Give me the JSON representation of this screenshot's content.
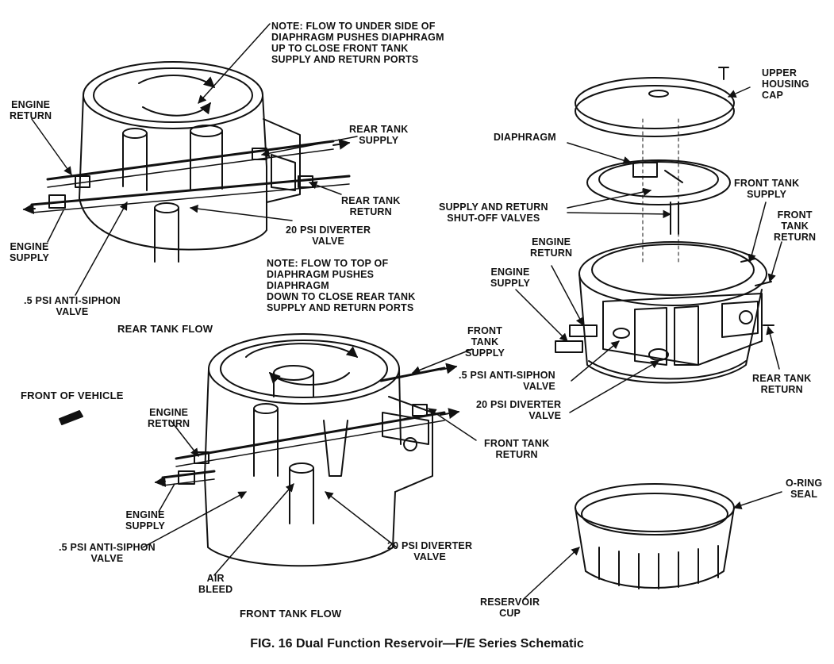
{
  "figure": {
    "caption": "FIG. 16 Dual Function Reservoir—F/E Series Schematic"
  },
  "rear_tank_flow": {
    "section_label": "REAR TANK FLOW",
    "note": "NOTE: FLOW TO UNDER SIDE OF\nDIAPHRAGM PUSHES DIAPHRAGM\nUP TO CLOSE FRONT TANK\nSUPPLY AND RETURN PORTS",
    "engine_return": "ENGINE\nRETURN",
    "engine_supply": "ENGINE\nSUPPLY",
    "rear_tank_supply": "REAR TANK\nSUPPLY",
    "rear_tank_return": "REAR TANK\nRETURN",
    "diverter_valve": "20 PSI DIVERTER\nVALVE",
    "anti_siphon_valve": ".5 PSI ANTI-SIPHON\nVALVE"
  },
  "front_tank_flow": {
    "section_label": "FRONT TANK FLOW",
    "note": "NOTE: FLOW TO TOP OF\nDIAPHRAGM PUSHES\nDIAPHRAGM\nDOWN TO CLOSE REAR TANK\nSUPPLY AND RETURN PORTS",
    "engine_return": "ENGINE\nRETURN",
    "engine_supply": "ENGINE\nSUPPLY",
    "front_tank_supply": "FRONT\nTANK\nSUPPLY",
    "front_tank_return": "FRONT TANK\nRETURN",
    "anti_siphon_valve": ".5 PSI ANTI-SIPHON\nVALVE",
    "air_bleed": "AIR\nBLEED",
    "diverter_valve": "20 PSI DIVERTER\nVALVE"
  },
  "front_of_vehicle": "FRONT OF VEHICLE",
  "exploded_view": {
    "upper_housing_cap": "UPPER\nHOUSING\nCAP",
    "diaphragm": "DIAPHRAGM",
    "shutoff_valves": "SUPPLY AND RETURN\nSHUT-OFF VALVES",
    "front_tank_supply": "FRONT TANK\nSUPPLY",
    "front_tank_return": "FRONT\nTANK\nRETURN",
    "engine_return": "ENGINE\nRETURN",
    "engine_supply": "ENGINE\nSUPPLY",
    "anti_siphon_valve": ".5 PSI ANTI-SIPHON\nVALVE",
    "diverter_valve": "20 PSI DIVERTER\nVALVE",
    "rear_tank_return": "REAR TANK\nRETURN",
    "oring_seal": "O-RING\nSEAL",
    "reservoir_cup": "RESERVOIR\nCUP"
  }
}
